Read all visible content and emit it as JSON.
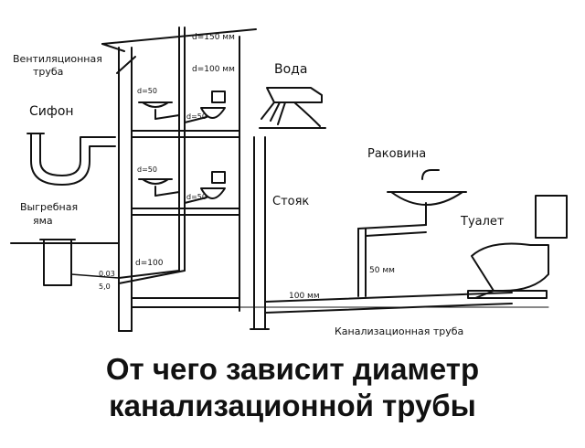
{
  "labels": {
    "vent_pipe_line1": "Вентиляционная",
    "vent_pipe_line2": "труба",
    "siphon": "Сифон",
    "cesspit_line1": "Выгребная",
    "cesspit_line2": "яма",
    "water": "Вода",
    "sink": "Раковина",
    "riser": "Стояк",
    "toilet": "Туалет",
    "sewer_pipe": "Канализационная труба"
  },
  "dimensions": {
    "d150": "d=150 мм",
    "d100_top": "d=100 мм",
    "d50_a": "d=50",
    "d50_b": "d=50",
    "d50_c": "d=50",
    "d50_d": "d=50",
    "d100_bottom": "d=100",
    "mm50": "50 мм",
    "mm100": "100 мм",
    "slope": "0,03",
    "depth": "5,0"
  },
  "caption": {
    "line1": "От чего зависит диаметр",
    "line2": "канализационной трубы"
  }
}
